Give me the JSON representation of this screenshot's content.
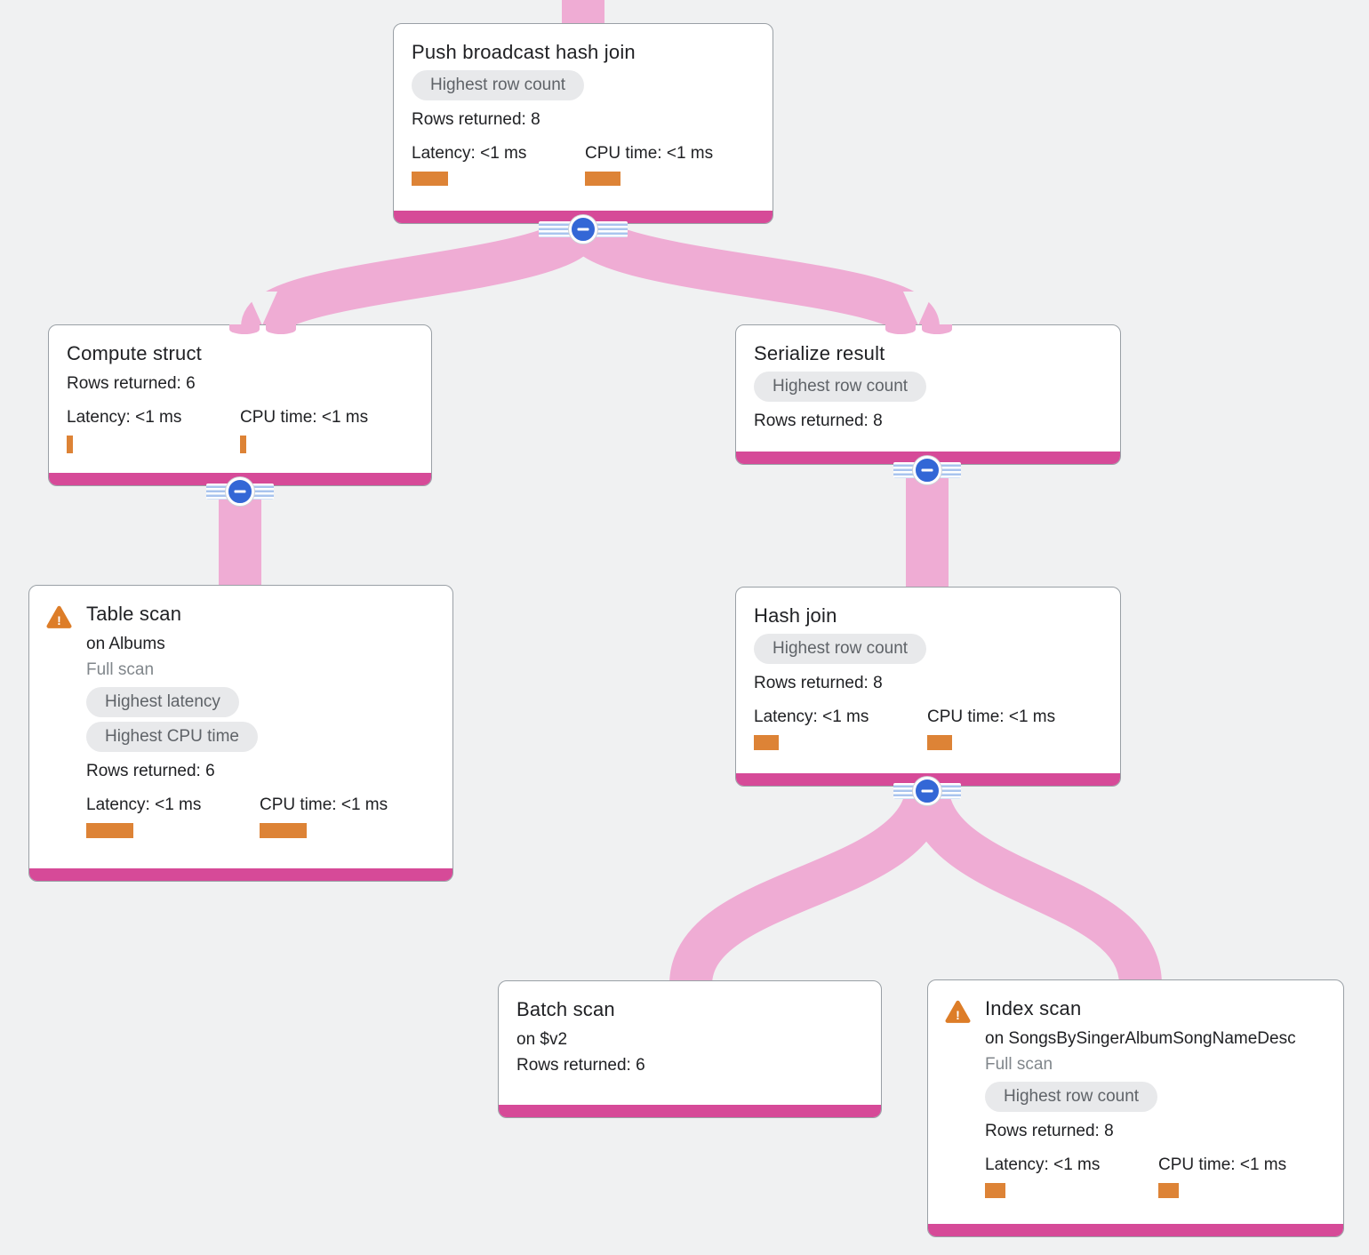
{
  "colors": {
    "background": "#F0F1F2",
    "edge_pink": "#EFACD4",
    "node_accent_bar": "#D64A98",
    "metric_bar_orange": "#DD8336",
    "badge_bg": "#E8E9EB",
    "badge_text": "#5F6368",
    "collapse_button_blue": "#3367D6",
    "warning_orange": "#DD7D28"
  },
  "icons": {
    "warning_glyph": "!",
    "collapse_icon": "minus"
  },
  "nodes": {
    "push_join": {
      "title": "Push broadcast hash join",
      "badge": "Highest row count",
      "rows": "Rows returned: 8",
      "latency": "Latency: <1 ms",
      "cpu": "CPU time: <1 ms",
      "latency_bar": {
        "w": 41,
        "h": 16
      },
      "cpu_bar": {
        "w": 40,
        "h": 16
      }
    },
    "compute_struct": {
      "title": "Compute struct",
      "rows": "Rows returned: 6",
      "latency": "Latency: <1 ms",
      "cpu": "CPU time: <1 ms",
      "latency_bar": {
        "w": 7,
        "h": 20
      },
      "cpu_bar": {
        "w": 7,
        "h": 20
      }
    },
    "table_scan": {
      "title": "Table scan",
      "subtitle": "on Albums",
      "scan_type": "Full scan",
      "badges": [
        "Highest latency",
        "Highest CPU time"
      ],
      "rows": "Rows returned: 6",
      "latency": "Latency: <1 ms",
      "cpu": "CPU time: <1 ms",
      "latency_bar": {
        "w": 53,
        "h": 17
      },
      "cpu_bar": {
        "w": 53,
        "h": 17
      }
    },
    "serialize_result": {
      "title": "Serialize result",
      "badge": "Highest row count",
      "rows": "Rows returned: 8"
    },
    "hash_join": {
      "title": "Hash join",
      "badge": "Highest row count",
      "rows": "Rows returned: 8",
      "latency": "Latency: <1 ms",
      "cpu": "CPU time: <1 ms",
      "latency_bar": {
        "w": 28,
        "h": 17
      },
      "cpu_bar": {
        "w": 28,
        "h": 17
      }
    },
    "batch_scan": {
      "title": "Batch scan",
      "subtitle": "on $v2",
      "rows": "Rows returned: 6"
    },
    "index_scan": {
      "title": "Index scan",
      "subtitle": "on SongsBySingerAlbumSongNameDesc",
      "scan_type": "Full scan",
      "badge": "Highest row count",
      "rows": "Rows returned: 8",
      "latency": "Latency: <1 ms",
      "cpu": "CPU time: <1 ms",
      "latency_bar": {
        "w": 23,
        "h": 17
      },
      "cpu_bar": {
        "w": 23,
        "h": 17
      }
    }
  }
}
